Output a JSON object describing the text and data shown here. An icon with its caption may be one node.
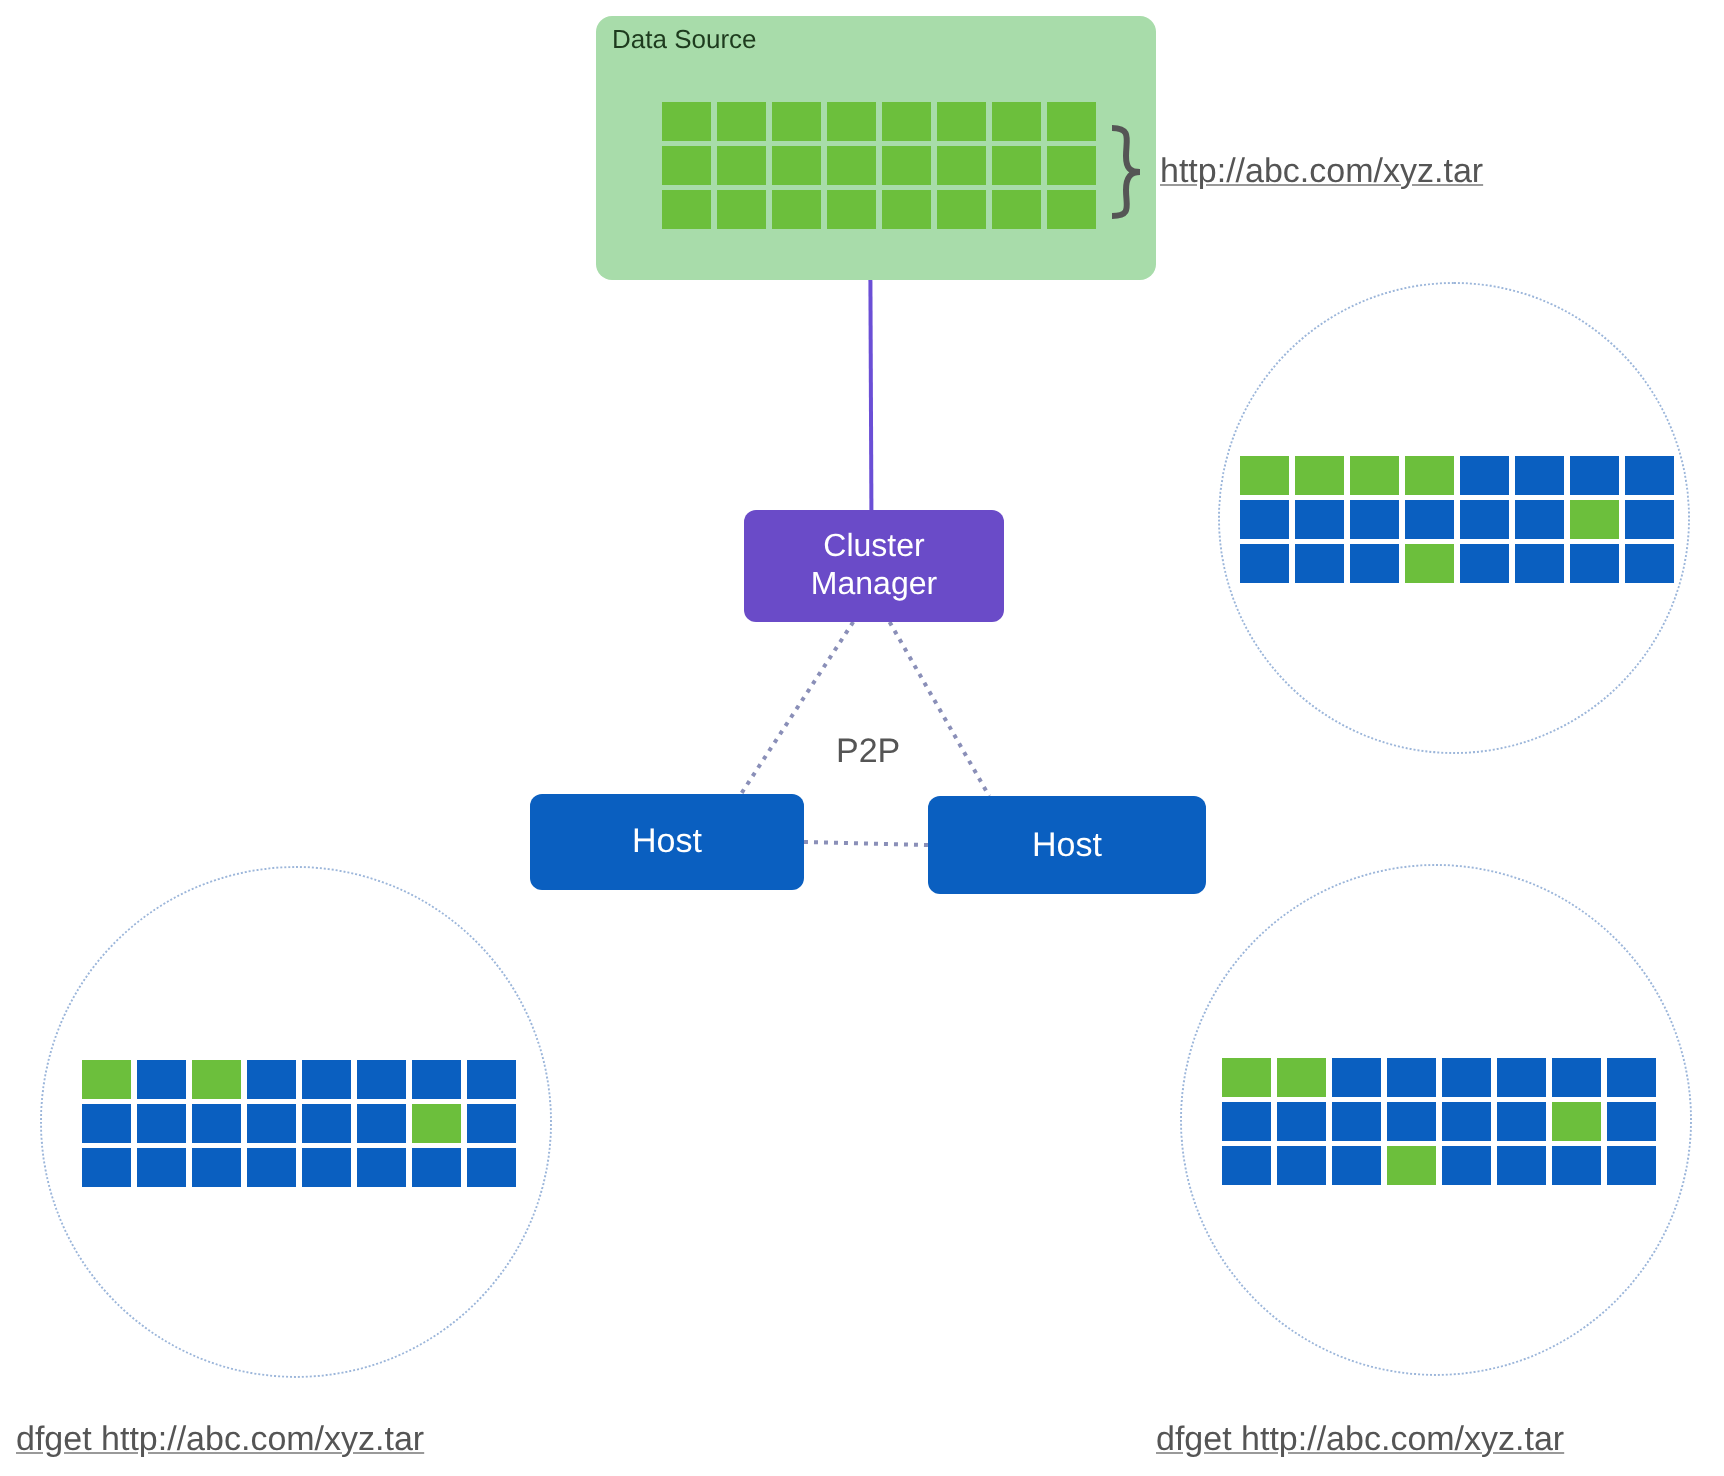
{
  "diagram": {
    "nodes": [
      {
        "text": [
          "Data Source"
        ],
        "beside": [
          "http://abc.com/xyz.tar"
        ]
      },
      {
        "text": [
          "Cluster Manager"
        ]
      },
      {
        "text": [
          "Host"
        ]
      },
      {
        "text": [
          "Host"
        ]
      },
      {
        "text": [],
        "shape": "circle"
      },
      {
        "text": [],
        "shape": "circle",
        "beside": [
          "dfget http://abc.com/xyz.tar"
        ]
      },
      {
        "text": [],
        "shape": "circle",
        "beside": [
          "dfget http://abc.com/xyz.tar"
        ]
      }
    ],
    "edges": [
      {
        "from": 0,
        "to": 1,
        "arrow": "none",
        "color": "#6b4fd6"
      },
      {
        "from": 1,
        "to": 2,
        "arrow": "none",
        "style": "dashed"
      },
      {
        "from": 1,
        "to": 3,
        "arrow": "none",
        "style": "dashed"
      },
      {
        "from": 2,
        "to": 3,
        "arrow": "none",
        "style": "dashed"
      }
    ],
    "labels": [
      "P2P"
    ]
  }
}
